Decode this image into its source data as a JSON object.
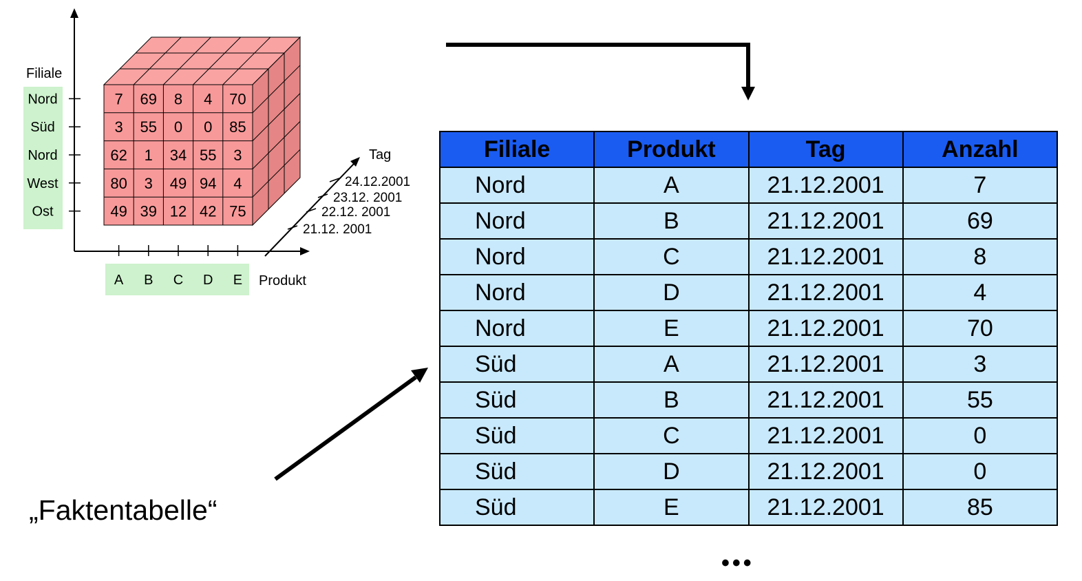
{
  "cube": {
    "branch_axis_label": "Filiale",
    "product_axis_label": "Produkt",
    "day_axis_label": "Tag",
    "branches": [
      "Nord",
      "Süd",
      "Nord",
      "West",
      "Ost"
    ],
    "products": [
      "A",
      "B",
      "C",
      "D",
      "E"
    ],
    "days": [
      "24.12.2001",
      "23.12. 2001",
      "22.12. 2001",
      "21.12. 2001"
    ],
    "values": [
      [
        7,
        69,
        8,
        4,
        70
      ],
      [
        3,
        55,
        0,
        0,
        85
      ],
      [
        62,
        1,
        34,
        55,
        3
      ],
      [
        80,
        3,
        49,
        94,
        4
      ],
      [
        49,
        39,
        12,
        42,
        75
      ]
    ],
    "colors": {
      "front": "#f89999",
      "top": "#f9a3a3",
      "side": "#e58585",
      "label_bg": "#cdf2cd"
    }
  },
  "fact_table": {
    "headers": [
      "Filiale",
      "Produkt",
      "Tag",
      "Anzahl"
    ],
    "rows": [
      [
        "Nord",
        "A",
        "21.12.2001",
        "7"
      ],
      [
        "Nord",
        "B",
        "21.12.2001",
        "69"
      ],
      [
        "Nord",
        "C",
        "21.12.2001",
        "8"
      ],
      [
        "Nord",
        "D",
        "21.12.2001",
        "4"
      ],
      [
        "Nord",
        "E",
        "21.12.2001",
        "70"
      ],
      [
        "Süd",
        "A",
        "21.12.2001",
        "3"
      ],
      [
        "Süd",
        "B",
        "21.12.2001",
        "55"
      ],
      [
        "Süd",
        "C",
        "21.12.2001",
        "0"
      ],
      [
        "Süd",
        "D",
        "21.12.2001",
        "0"
      ],
      [
        "Süd",
        "E",
        "21.12.2001",
        "85"
      ]
    ],
    "colors": {
      "header_bg": "#1a5cf2",
      "cell_bg": "#c8e9fb"
    }
  },
  "label": "„Faktentabelle“",
  "ellipsis": "•••"
}
